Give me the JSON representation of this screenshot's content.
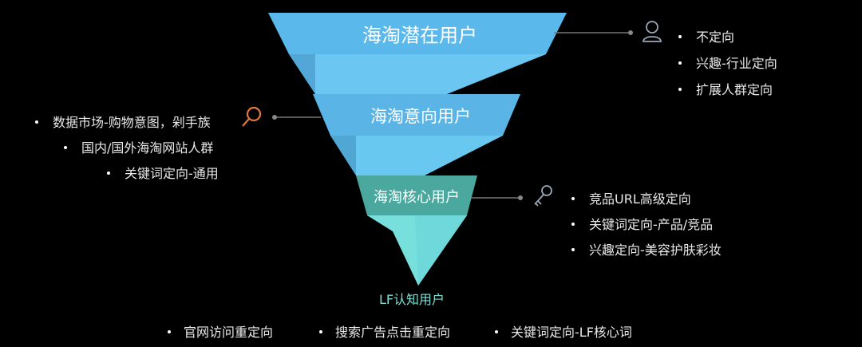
{
  "colors": {
    "background": "#000000",
    "tier1": "#5ab8ea",
    "tier1_shadow": "#3f8ec0",
    "connector1": "#6cc6f2",
    "tier2": "#5ab4e6",
    "tier2_shadow": "#3a86b8",
    "connector2": "#68c8ef",
    "tier3": "#4aa89e",
    "tier3_shadow": "#2f7a72",
    "tip": "#78e0dc",
    "leader_line": "#777777",
    "icon": "#9aa8b6",
    "magnifier": "#e07a3a",
    "lf_text": "#7ee0d4"
  },
  "funnel": {
    "stages": [
      {
        "label": "海淘潜在用户",
        "icon": "user-icon",
        "bullets": [
          "不定向",
          "兴趣-行业定向",
          "扩展人群定向"
        ]
      },
      {
        "label": "海淘意向用户",
        "icon": "magnifier-icon",
        "bullets": [
          "数据市场-购物意图，剁手族",
          "国内/国外海淘网站人群",
          "关键词定向-通用"
        ]
      },
      {
        "label": "海淘核心用户",
        "icon": "key-icon",
        "bullets": [
          "竞品URL高级定向",
          "关键词定向-产品/竞品",
          "兴趣定向-美容护肤彩妆"
        ]
      }
    ],
    "final_stage": {
      "label": "LF认知用户",
      "bullets": [
        "官网访问重定向",
        "搜索广告点击重定向",
        "关键词定向-LF核心词"
      ]
    }
  }
}
